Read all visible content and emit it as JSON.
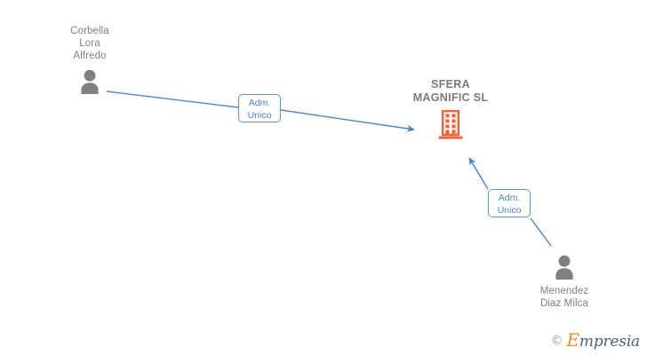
{
  "diagram": {
    "type": "corporate-relationship-graph",
    "background_color": "#ffffff",
    "colors": {
      "person_icon": "#808080",
      "company_icon": "#f4613c",
      "edge": "#4a86c8",
      "label_border": "#5b93d0",
      "label_text": "#4a86c8",
      "node_text": "#808080"
    }
  },
  "nodes": {
    "person_top_left": {
      "name": "Corbella\nLora\nAlfredo",
      "icon": "person-icon",
      "label_position": "above"
    },
    "company_center": {
      "name": "SFERA\nMAGNIFIC  SL",
      "icon": "building-icon",
      "label_position": "above"
    },
    "person_bottom_right": {
      "name": "Menendez\nDiaz Milca",
      "icon": "person-icon",
      "label_position": "below"
    }
  },
  "edges": [
    {
      "id": "edge-corbella-to-sfera",
      "from": "person_top_left",
      "to": "company_center",
      "label": "Adm.\nUnico",
      "direction": "to-company"
    },
    {
      "id": "edge-menendez-to-sfera",
      "from": "person_bottom_right",
      "to": "company_center",
      "label": "Adm.\nUnico",
      "direction": "to-company"
    }
  ],
  "watermark": {
    "copyright": "©",
    "brand_capital": "E",
    "brand_rest": "mpresia"
  }
}
